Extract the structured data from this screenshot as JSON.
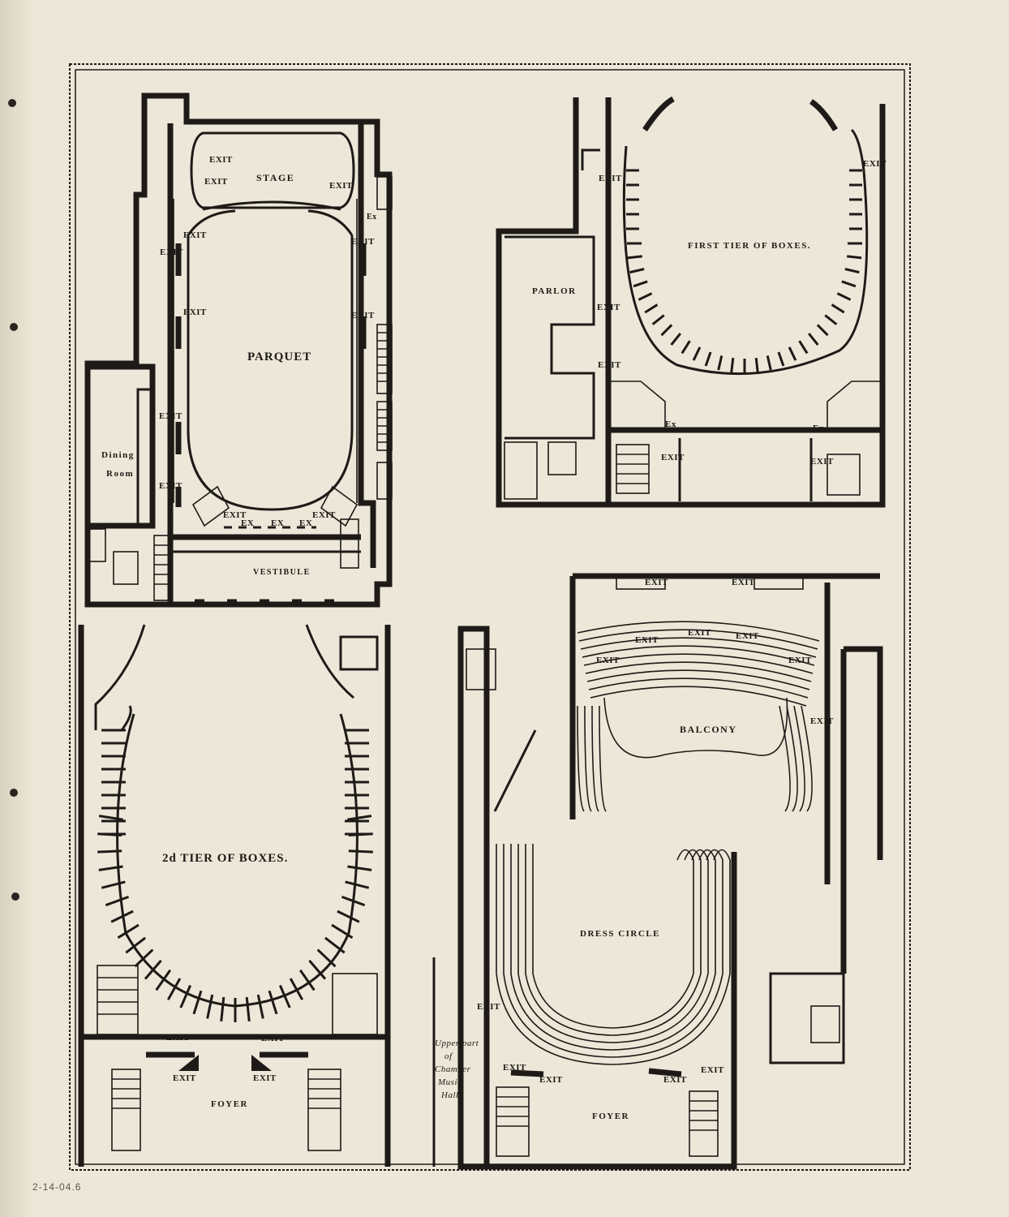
{
  "plans": {
    "parquet": {
      "stage": "STAGE",
      "title": "PARQUET",
      "dining": [
        "Dining",
        "Room"
      ],
      "vestibule": "VESTIBULE",
      "exit": "EXIT",
      "ex": "EX",
      "ex_short": "Ex"
    },
    "first_tier": {
      "title": "FIRST TIER OF BOXES.",
      "parlor": "PARLOR",
      "exit": "EXIT",
      "ex": "Ex"
    },
    "second_tier": {
      "title": "2d TIER OF BOXES.",
      "foyer": "FOYER",
      "exit": "EXIT"
    },
    "balcony": {
      "title": "BALCONY",
      "dress_circle": "DRESS CIRCLE",
      "foyer": "FOYER",
      "exit": "EXIT",
      "chamber": [
        "Upper part",
        "of",
        "Chamber",
        "Music",
        "Hall"
      ]
    }
  },
  "margin_note": "2-14-04.6",
  "colors": {
    "paper": "#ece7d8",
    "ink": "#1e1a17"
  }
}
